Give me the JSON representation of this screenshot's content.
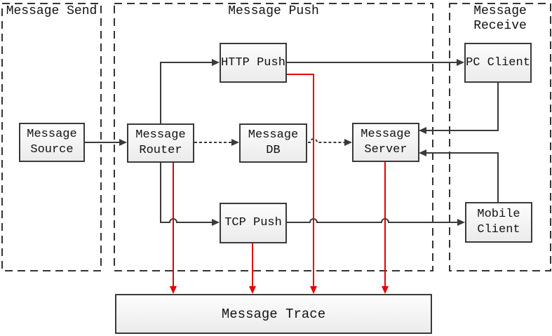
{
  "diagram": {
    "containers": [
      {
        "id": "message-send",
        "label": "Message Send"
      },
      {
        "id": "message-push",
        "label": "Message Push"
      },
      {
        "id": "message-receive",
        "label": "Message Receive"
      }
    ],
    "nodes": [
      {
        "id": "message-source",
        "label": "Message\nSource",
        "container": "message-send"
      },
      {
        "id": "message-router",
        "label": "Message\nRouter",
        "container": "message-push"
      },
      {
        "id": "http-push",
        "label": "HTTP Push",
        "container": "message-push"
      },
      {
        "id": "message-db",
        "label": "Message\nDB",
        "container": "message-push"
      },
      {
        "id": "message-server",
        "label": "Message\nServer",
        "container": "message-push"
      },
      {
        "id": "tcp-push",
        "label": "TCP Push",
        "container": "message-push"
      },
      {
        "id": "pc-client",
        "label": "PC Client",
        "container": "message-receive"
      },
      {
        "id": "mobile-client",
        "label": "Mobile\nClient",
        "container": "message-receive"
      },
      {
        "id": "message-trace",
        "label": "Message Trace",
        "container": null
      }
    ],
    "edges": [
      {
        "from": "Message Source",
        "to": "Message Router",
        "style": "solid",
        "color": "#3a3a3a"
      },
      {
        "from": "Message Router",
        "to": "HTTP Push",
        "style": "solid",
        "color": "#3a3a3a"
      },
      {
        "from": "HTTP Push",
        "to": "PC Client",
        "style": "solid",
        "color": "#3a3a3a"
      },
      {
        "from": "Message Router",
        "to": "TCP Push",
        "style": "solid",
        "color": "#3a3a3a"
      },
      {
        "from": "TCP Push",
        "to": "Mobile Client",
        "style": "solid",
        "color": "#3a3a3a"
      },
      {
        "from": "PC Client",
        "to": "Message Server",
        "style": "solid",
        "color": "#3a3a3a"
      },
      {
        "from": "Mobile Client",
        "to": "Message Server",
        "style": "solid",
        "color": "#3a3a3a"
      },
      {
        "from": "Message Router",
        "to": "Message DB",
        "style": "dashed",
        "color": "#3a3a3a"
      },
      {
        "from": "Message DB",
        "to": "Message Server",
        "style": "dashed",
        "color": "#3a3a3a"
      },
      {
        "from": "Message Router",
        "to": "Message Trace",
        "style": "solid",
        "color": "#e60000"
      },
      {
        "from": "HTTP Push",
        "to": "Message Trace",
        "style": "solid",
        "color": "#e60000"
      },
      {
        "from": "TCP Push",
        "to": "Message Trace",
        "style": "solid",
        "color": "#e60000"
      },
      {
        "from": "Message Server",
        "to": "Message Trace",
        "style": "solid",
        "color": "#e60000"
      }
    ],
    "colors": {
      "line": "#3a3a3a",
      "trace_flow": "#e60000",
      "node_border": "#3a3a3a",
      "node_fill": "#f4f4f4",
      "container_border": "#333333"
    }
  }
}
